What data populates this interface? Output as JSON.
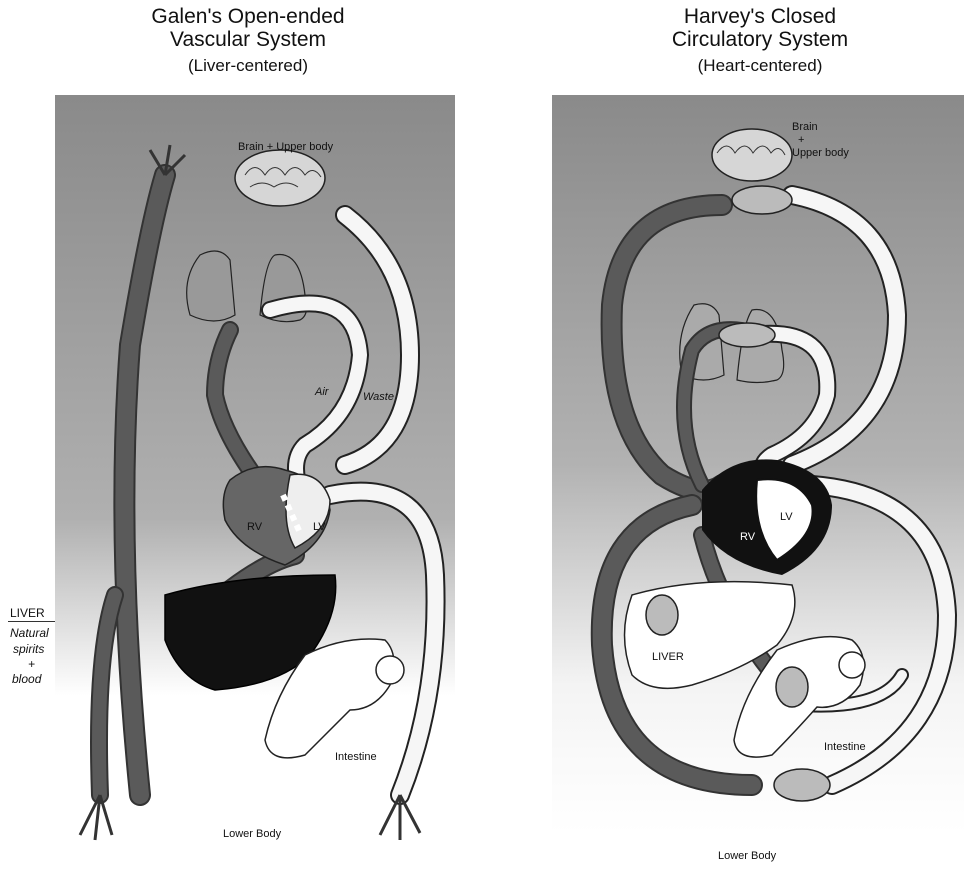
{
  "left_panel": {
    "title_line1": "Galen's Open-ended",
    "title_line2": "Vascular System",
    "subtitle": "(Liver-centered)",
    "labels": {
      "brain": "Brain + Upper body",
      "air": "Air",
      "waste": "Waste",
      "rv": "RV",
      "lv": "LV",
      "intestine": "Intestine",
      "lower_body": "Lower Body"
    },
    "side_labels": {
      "liver": "LIVER",
      "natural": "Natural",
      "spirits": "spirits",
      "plus": "+",
      "blood": "blood"
    }
  },
  "right_panel": {
    "title_line1": "Harvey's Closed",
    "title_line2": "Circulatory System",
    "subtitle": "(Heart-centered)",
    "labels": {
      "brain": "Brain",
      "plus": "+",
      "upper_body": "Upper body",
      "rv": "RV",
      "lv": "LV",
      "liver": "LIVER",
      "intestine": "Intestine",
      "lower_body": "Lower Body"
    }
  },
  "colors": {
    "gradient_top": "#8a8a8a",
    "gradient_bottom": "#ffffff",
    "dark_vessel": "#555555",
    "light_vessel": "#f6f6f6",
    "organ_black": "#111111"
  }
}
